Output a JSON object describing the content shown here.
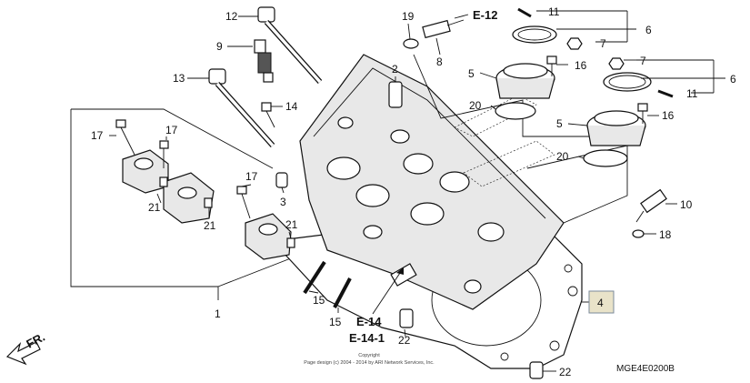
{
  "callouts": {
    "c1": "1",
    "c2": "2",
    "c3": "3",
    "c4": "4",
    "c5a": "5",
    "c5b": "5",
    "c6a": "6",
    "c6b": "6",
    "c7a": "7",
    "c7b": "7",
    "c8": "8",
    "c9": "9",
    "c10": "10",
    "c11a": "11",
    "c11b": "11",
    "c12": "12",
    "c13": "13",
    "c14": "14",
    "c15a": "15",
    "c15b": "15",
    "c16a": "16",
    "c16b": "16",
    "c17a": "17",
    "c17b": "17",
    "c17c": "17",
    "c18": "18",
    "c19": "19",
    "c20a": "20",
    "c20b": "20",
    "c21a": "21",
    "c21b": "21",
    "c21c": "21",
    "c22a": "22",
    "c22b": "22"
  },
  "refs": {
    "e12": "E-12",
    "e14": "E-14",
    "e141": "E-14-1",
    "fr": "FR."
  },
  "footer": {
    "copyright": "Copyright",
    "copyright_line": "Page design (c) 2004 - 2014 by ARI Network Services, Inc.",
    "diagram_code": "MGE4E0200B"
  }
}
